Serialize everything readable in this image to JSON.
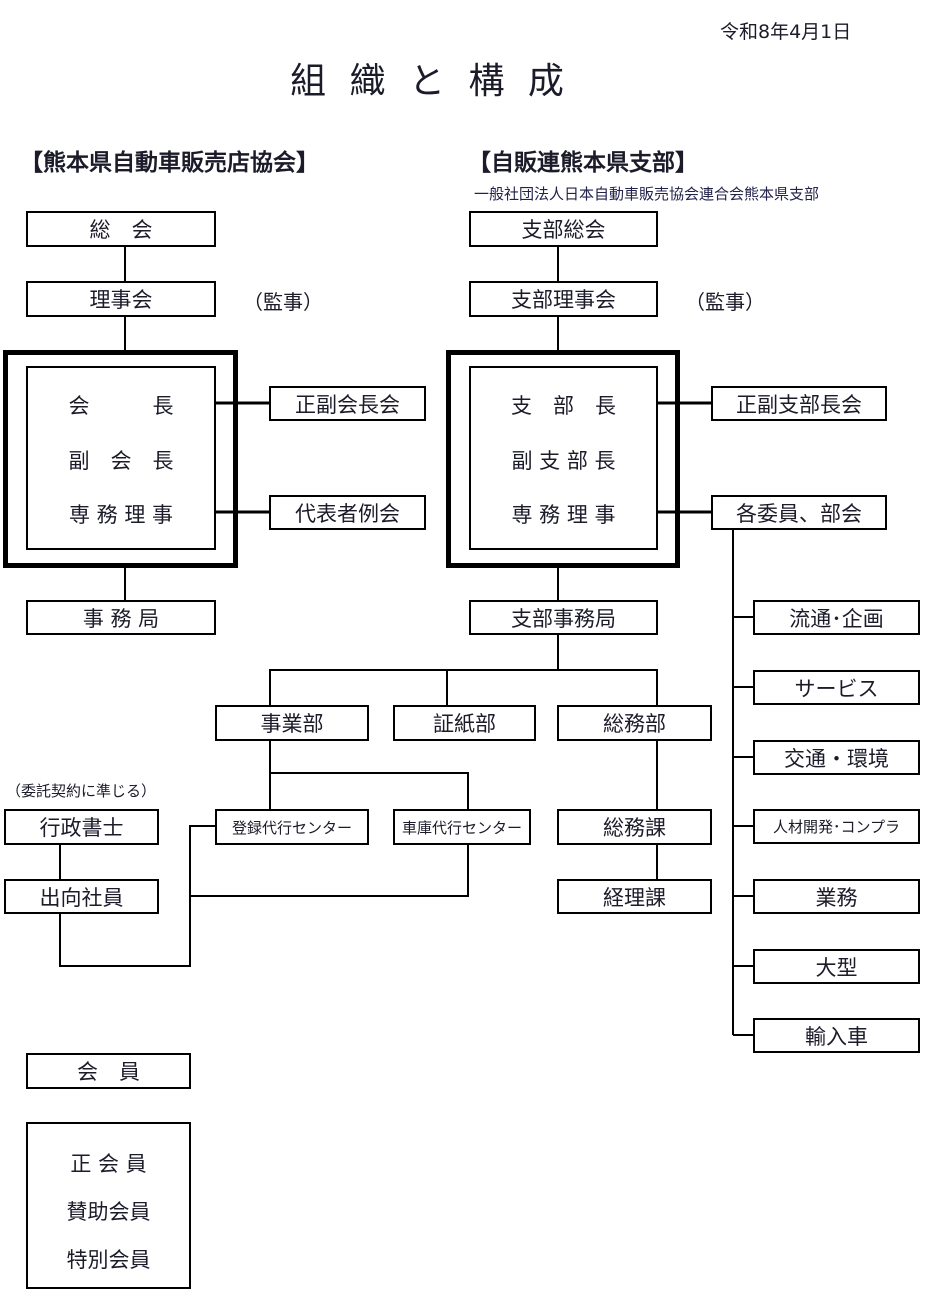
{
  "date": "令和8年4月1日",
  "title": "組 織 と 構 成",
  "association": {
    "heading": "【熊本県自動車販売店協会】",
    "general_meeting": "総　会",
    "board": "理事会",
    "auditor": "（監事）",
    "officers": [
      "会　　　長",
      "副　会　長",
      "専 務 理 事"
    ],
    "side_meetings": [
      "正副会長会",
      "代表者例会"
    ],
    "secretariat": "事 務 局"
  },
  "branch": {
    "heading": "【自販連熊本県支部】",
    "subtitle": "一般社団法人日本自動車販売協会連合会熊本県支部",
    "general_meeting": "支部総会",
    "board": "支部理事会",
    "auditor": "（監事）",
    "officers": [
      "支　部　長",
      "副 支 部 長",
      "専 務 理 事"
    ],
    "side_meetings": [
      "正副支部長会",
      "各委員、部会"
    ],
    "secretariat": "支部事務局",
    "departments": [
      "事業部",
      "証紙部",
      "総務部"
    ],
    "centers": [
      "登録代行センター",
      "車庫代行センター"
    ],
    "general_affairs_sections": [
      "総務課",
      "経理課"
    ],
    "committees": [
      "流通･企画",
      "サービス",
      "交通・環境",
      "人材開発･コンプラ",
      "業務",
      "大型",
      "輸入車"
    ]
  },
  "external": {
    "note": "（委託契約に準じる）",
    "scrivener": "行政書士",
    "seconded": "出向社員"
  },
  "members": {
    "heading": "会　員",
    "types": [
      "正 会 員",
      "賛助会員",
      "特別会員"
    ]
  }
}
